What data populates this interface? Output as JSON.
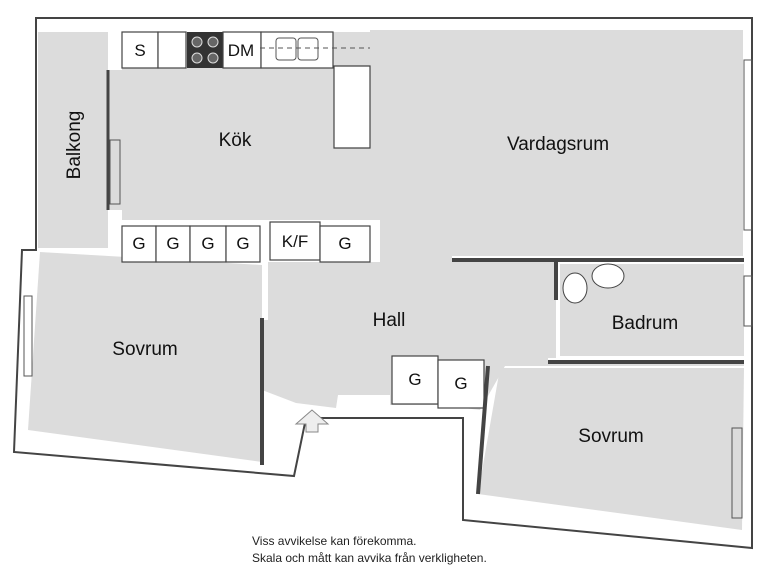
{
  "rooms": {
    "balcony": "Balkong",
    "kitchen": "Kök",
    "living": "Vardagsrum",
    "hall": "Hall",
    "bedroom_left": "Sovrum",
    "bedroom_right": "Sovrum",
    "bathroom": "Badrum"
  },
  "fixtures": {
    "stove_side": "S",
    "dishwasher": "DM",
    "fridge_freezer": "K/F",
    "wardrobe": "G"
  },
  "disclaimer": {
    "line1": "Viss avvikelse kan förekomma.",
    "line2": "Skala och mått kan avvika från verkligheten."
  },
  "colors": {
    "floor": "#dcdcdc",
    "walls": "#444444",
    "stove": "#333333"
  }
}
